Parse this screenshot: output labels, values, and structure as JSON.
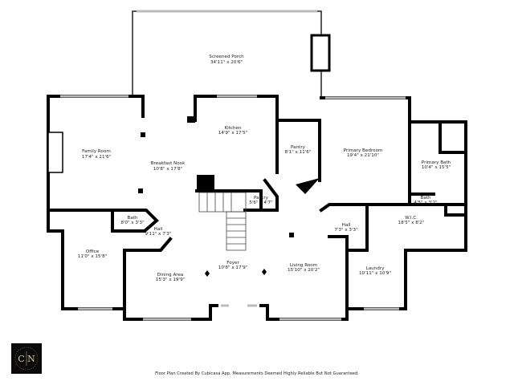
{
  "rooms": [
    {
      "name": "Screened Porch",
      "dims": "34'11\" x 20'6\""
    },
    {
      "name": "Family Room",
      "dims": "17'4\" x 21'6\""
    },
    {
      "name": "Breakfast Nook",
      "dims": "10'8\" x 17'8\""
    },
    {
      "name": "Kitchen",
      "dims": "14'9\" x 17'5\""
    },
    {
      "name": "Pantry",
      "dims": "8'1\" x 11'6\""
    },
    {
      "name": "Primary Bedroom",
      "dims": "19'4\" x 21'10\""
    },
    {
      "name": "Primary Bath",
      "dims": "10'4\" x 15'5\""
    },
    {
      "name": "Bath",
      "dims": "4'5\" x 3'2\""
    },
    {
      "name": "W.I.C.",
      "dims": "18'5\" x 8'2\""
    },
    {
      "name": "Hall",
      "dims": "7'3\" x 3'3\""
    },
    {
      "name": "Pantry",
      "dims": "5'6\" x 4'7\""
    },
    {
      "name": "Bath",
      "dims": "8'0\" x 3'3\""
    },
    {
      "name": "Hall",
      "dims": "9'11\" x 7'3\""
    },
    {
      "name": "Office",
      "dims": "11'0\" x 15'8\""
    },
    {
      "name": "Foyer",
      "dims": "10'8\" x 17'9\""
    },
    {
      "name": "Dining Area",
      "dims": "15'3\" x 19'9\""
    },
    {
      "name": "Living Room",
      "dims": "15'10\" x 20'2\""
    },
    {
      "name": "Laundry",
      "dims": "10'11\" x 10'9\""
    }
  ],
  "logo": {
    "text": "CN"
  },
  "footer": "Floor Plan Created By Cubicasa App. Measurements Deemed Highly Reliable But Not Guaranteed."
}
